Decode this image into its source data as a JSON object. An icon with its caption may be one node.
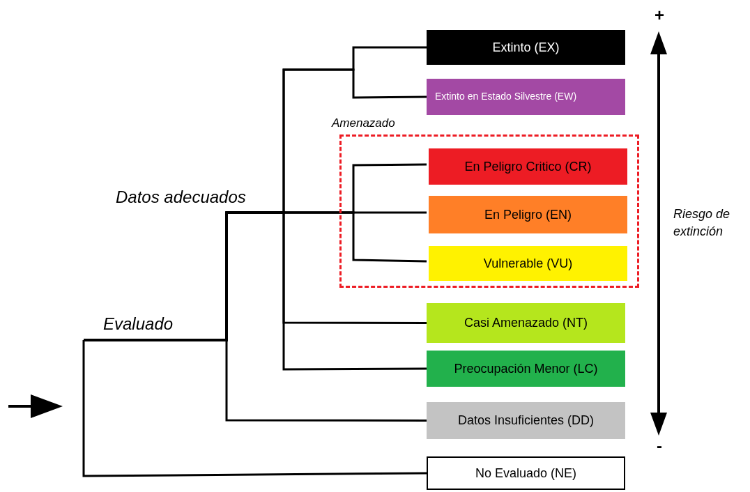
{
  "diagram": {
    "nodes": [
      {
        "text": [
          "Extinto (EX)"
        ]
      },
      {
        "text": [
          "Extinto en Estado Silvestre (EW)"
        ]
      },
      {
        "text": [
          "Amenazado"
        ]
      },
      {
        "text": [
          "En Peligro Critico (CR)"
        ],
        "in": 2
      },
      {
        "text": [
          "En Peligro (EN)"
        ],
        "in": 2
      },
      {
        "text": [
          "Vulnerable (VU)"
        ],
        "in": 2
      },
      {
        "text": [
          "Casi Amenazado (NT)"
        ]
      },
      {
        "text": [
          "Preocupación Menor (LC)"
        ]
      },
      {
        "text": [
          "Datos Insuficientes (DD)"
        ]
      },
      {
        "text": [
          "No Evaluado (NE)"
        ]
      }
    ],
    "edges": [
      {
        "from": null,
        "to": 0,
        "arrow": "none"
      },
      {
        "from": null,
        "to": 1,
        "arrow": "none"
      },
      {
        "from": null,
        "to": 3,
        "arrow": "none"
      },
      {
        "from": null,
        "to": 4,
        "arrow": "none"
      },
      {
        "from": null,
        "to": 5,
        "arrow": "none"
      },
      {
        "from": null,
        "to": 6,
        "arrow": "none"
      },
      {
        "from": null,
        "to": 7,
        "arrow": "none"
      },
      {
        "from": null,
        "to": 8,
        "arrow": "none"
      },
      {
        "from": null,
        "to": 9,
        "arrow": "none"
      }
    ],
    "labels": [
      "+",
      "Datos adecuados",
      "Riesgo de extinción",
      "Evaluado",
      "-"
    ]
  }
}
